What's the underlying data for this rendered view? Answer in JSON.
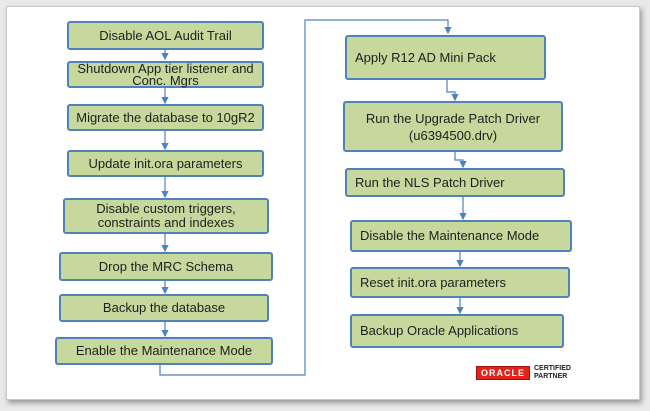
{
  "colors": {
    "box_fill": "#c6d89c",
    "box_border": "#4f81bd",
    "connector": "#4f81bd",
    "oracle_red": "#e2231a"
  },
  "left_steps": [
    "Disable AOL Audit Trail",
    "Shutdown App tier listener and\nConc. Mgrs",
    "Migrate the database to 10gR2",
    "Update init.ora parameters",
    "Disable custom triggers,\nconstraints and indexes",
    "Drop the MRC Schema",
    "Backup the database",
    "Enable the Maintenance Mode"
  ],
  "right_steps": [
    "Apply R12 AD Mini Pack",
    "Run  the Upgrade Patch Driver\n(u6394500.drv)",
    "Run the NLS Patch Driver",
    "Disable the Maintenance Mode",
    "Reset init.ora parameters",
    "Backup Oracle Applications"
  ],
  "logo": {
    "brand": "ORACLE",
    "line1": "CERTIFIED",
    "line2": "PARTNER"
  }
}
